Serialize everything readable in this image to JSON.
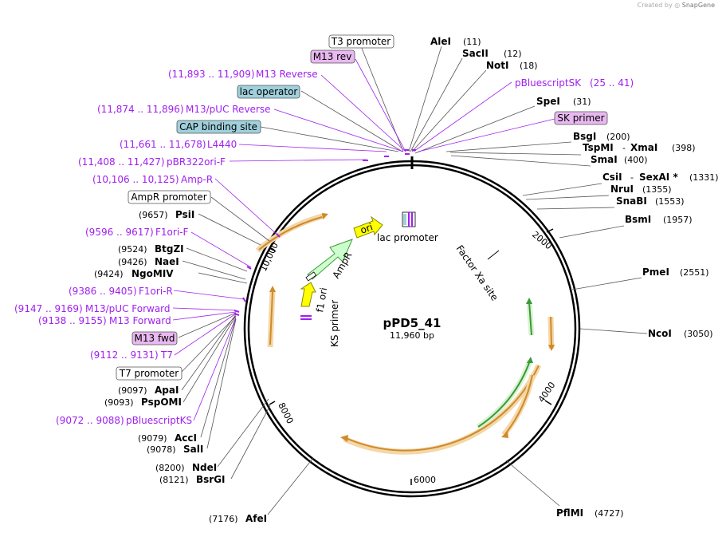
{
  "credit": {
    "created_by": "Created by",
    "brand": "SnapGene"
  },
  "plasmid": {
    "name": "pPD5_41",
    "size_label": "11,960 bp",
    "total_bp": 11960
  },
  "tick_labels": [
    "2000",
    "4000",
    "6000",
    "8000",
    "10,000"
  ],
  "colors": {
    "backbone": "#000000",
    "primer": "#a020f0",
    "feature_yellow": "#ffff00",
    "feature_green": "#ccffcc",
    "orange": "#e8a34a",
    "green": "#3a9a3a",
    "box_gray_fill": "#ffffff",
    "box_teal": "#9fd0dc",
    "box_purple": "#e8b8f0"
  },
  "inner_labels": {
    "ori": "ori",
    "AmpR": "AmpR",
    "f1ori": "f1 ori",
    "ks_primer": "KS primer",
    "lac_promoter": "lac promoter",
    "factor_xa": "Factor Xa site"
  },
  "sites": [
    {
      "id": "alei",
      "name": "AleI",
      "pos": "(11)"
    },
    {
      "id": "sacii",
      "name": "SacII",
      "pos": "(12)"
    },
    {
      "id": "noti",
      "name": "NotI",
      "pos": "(18)"
    },
    {
      "id": "speI",
      "name": "SpeI",
      "pos": "(31)"
    },
    {
      "id": "bsgi",
      "name": "BsgI",
      "pos": "(200)"
    },
    {
      "id": "tspmi",
      "name": "TspMI",
      "sep": "-",
      "name2": "XmaI",
      "pos": "(398)"
    },
    {
      "id": "smai",
      "name": "SmaI",
      "pos": "(400)"
    },
    {
      "id": "csii",
      "name": "CsiI",
      "sep": "-",
      "name2": "SexAI *",
      "pos": "(1331)"
    },
    {
      "id": "srui",
      "name": "NruI",
      "pos": "(1355)"
    },
    {
      "id": "snabi",
      "name": "SnaBI",
      "pos": "(1553)"
    },
    {
      "id": "bsmi",
      "name": "BsmI",
      "pos": "(1957)"
    },
    {
      "id": "pmei",
      "name": "PmeI",
      "pos": "(2551)"
    },
    {
      "id": "ncoi",
      "name": "NcoI",
      "pos": "(3050)"
    },
    {
      "id": "pflmi",
      "name": "PflMI",
      "pos": "(4727)"
    },
    {
      "id": "afei",
      "name": "AfeI",
      "pos": "(7176)"
    },
    {
      "id": "bsrgi",
      "name": "BsrGI",
      "pos": "(8121)"
    },
    {
      "id": "ndei",
      "name": "NdeI",
      "pos": "(8200)"
    },
    {
      "id": "sali",
      "name": "SalI",
      "pos": "(9078)"
    },
    {
      "id": "acci",
      "name": "AccI",
      "pos": "(9079)"
    },
    {
      "id": "pspomi",
      "name": "PspOMI",
      "pos": "(9093)"
    },
    {
      "id": "apai",
      "name": "ApaI",
      "pos": "(9097)"
    },
    {
      "id": "ngomiv",
      "name": "NgoMIV",
      "pos": "(9424)"
    },
    {
      "id": "naei",
      "name": "NaeI",
      "pos": "(9426)"
    },
    {
      "id": "btgzi",
      "name": "BtgZI",
      "pos": "(9524)"
    },
    {
      "id": "psii",
      "name": "PsiI",
      "pos": "(9657)"
    }
  ],
  "primers": [
    {
      "id": "m13rev_range",
      "range": "(11,893 .. 11,909)",
      "name": "M13 Reverse"
    },
    {
      "id": "m13puc_rev",
      "range": "(11,874 .. 11,896)",
      "name": "M13/pUC Reverse"
    },
    {
      "id": "l4440",
      "range": "(11,661 .. 11,678)",
      "name": "L4440"
    },
    {
      "id": "pbr322",
      "range": "(11,408 .. 11,427)",
      "name": "pBR322ori-F"
    },
    {
      "id": "ampr_r",
      "range": "(10,106 .. 10,125)",
      "name": "Amp-R"
    },
    {
      "id": "f1ori_f",
      "range": "(9596 .. 9617)",
      "name": "F1ori-F"
    },
    {
      "id": "f1ori_r",
      "range": "(9386 .. 9405)",
      "name": "F1ori-R"
    },
    {
      "id": "m13puc_fwd",
      "range": "(9147 .. 9169)",
      "name": "M13/pUC Forward"
    },
    {
      "id": "m13_fwd_range",
      "range": "(9138 .. 9155)",
      "name": "M13 Forward"
    },
    {
      "id": "t7",
      "range": "(9112 .. 9131)",
      "name": "T7"
    },
    {
      "id": "pbluescriptks",
      "range": "(9072 .. 9088)",
      "name": "pBluescriptKS"
    },
    {
      "id": "pbluescriptsk",
      "range": "(25 .. 41)",
      "name": "pBluescriptSK"
    }
  ],
  "boxes": {
    "t3_promoter": "T3 promoter",
    "m13_rev": "M13 rev",
    "lac_operator": "lac operator",
    "cap_site": "CAP binding site",
    "sk_primer": "SK primer",
    "ampr_promoter": "AmpR promoter",
    "m13_fwd": "M13 fwd",
    "t7_promoter": "T7 promoter"
  }
}
